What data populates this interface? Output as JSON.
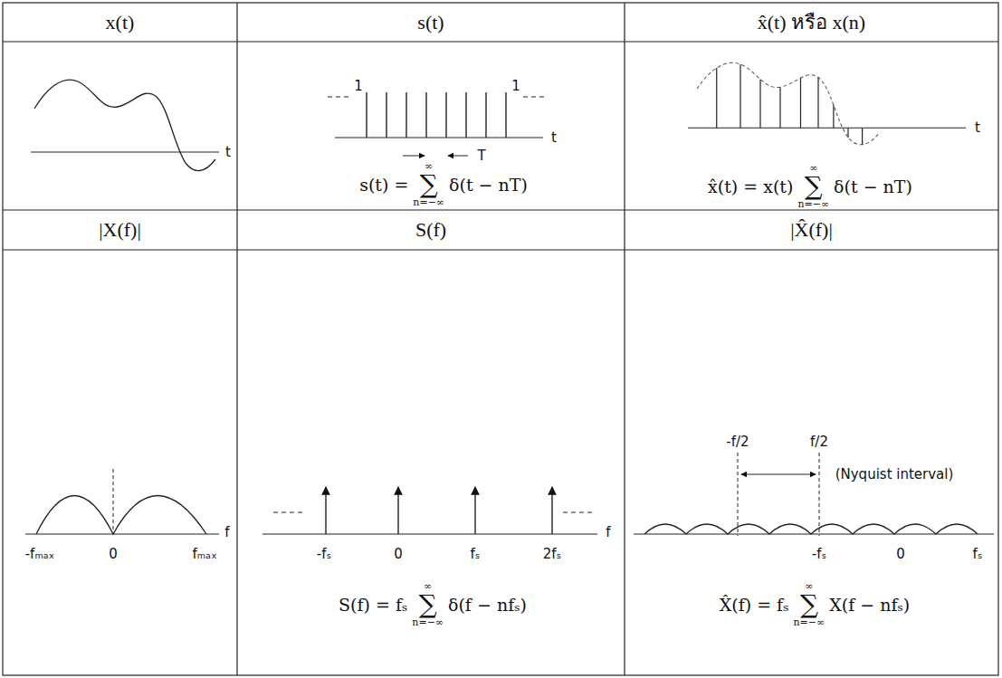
{
  "diagram": {
    "nodes": [
      {
        "text": [
          "x(t)"
        ]
      },
      {
        "text": [
          "s(t)"
        ]
      },
      {
        "text": [
          "x̂(t) หรือ x(n)"
        ]
      },
      {
        "text": [
          "|X(f)|"
        ]
      },
      {
        "text": [
          "S(f)"
        ]
      },
      {
        "text": [
          "|X̂(f)|"
        ]
      }
    ],
    "labels": [
      "t",
      "1",
      "1",
      "T",
      "t",
      "s(t) =",
      "∞",
      "∑",
      "n=−∞",
      "δ(t − nT)",
      "t",
      "x̂(t) = x(t)",
      "∞",
      "∑",
      "n=−∞",
      "δ(t − nT)",
      "-fₘₐₓ",
      "0",
      "fₘₐₓ",
      "f",
      "-fₛ",
      "0",
      "fₛ",
      "2fₛ",
      "f",
      "S(f) = fₛ",
      "∞",
      "∑",
      "n=−∞",
      "δ(f − nfₛ)",
      "-f/2",
      "f/2",
      "(Nyquist interval)",
      "-fₛ",
      "0",
      "fₛ",
      "X̂(f) = fₛ",
      "∞",
      "∑",
      "n=−∞",
      "X(f − nfₛ)"
    ]
  }
}
